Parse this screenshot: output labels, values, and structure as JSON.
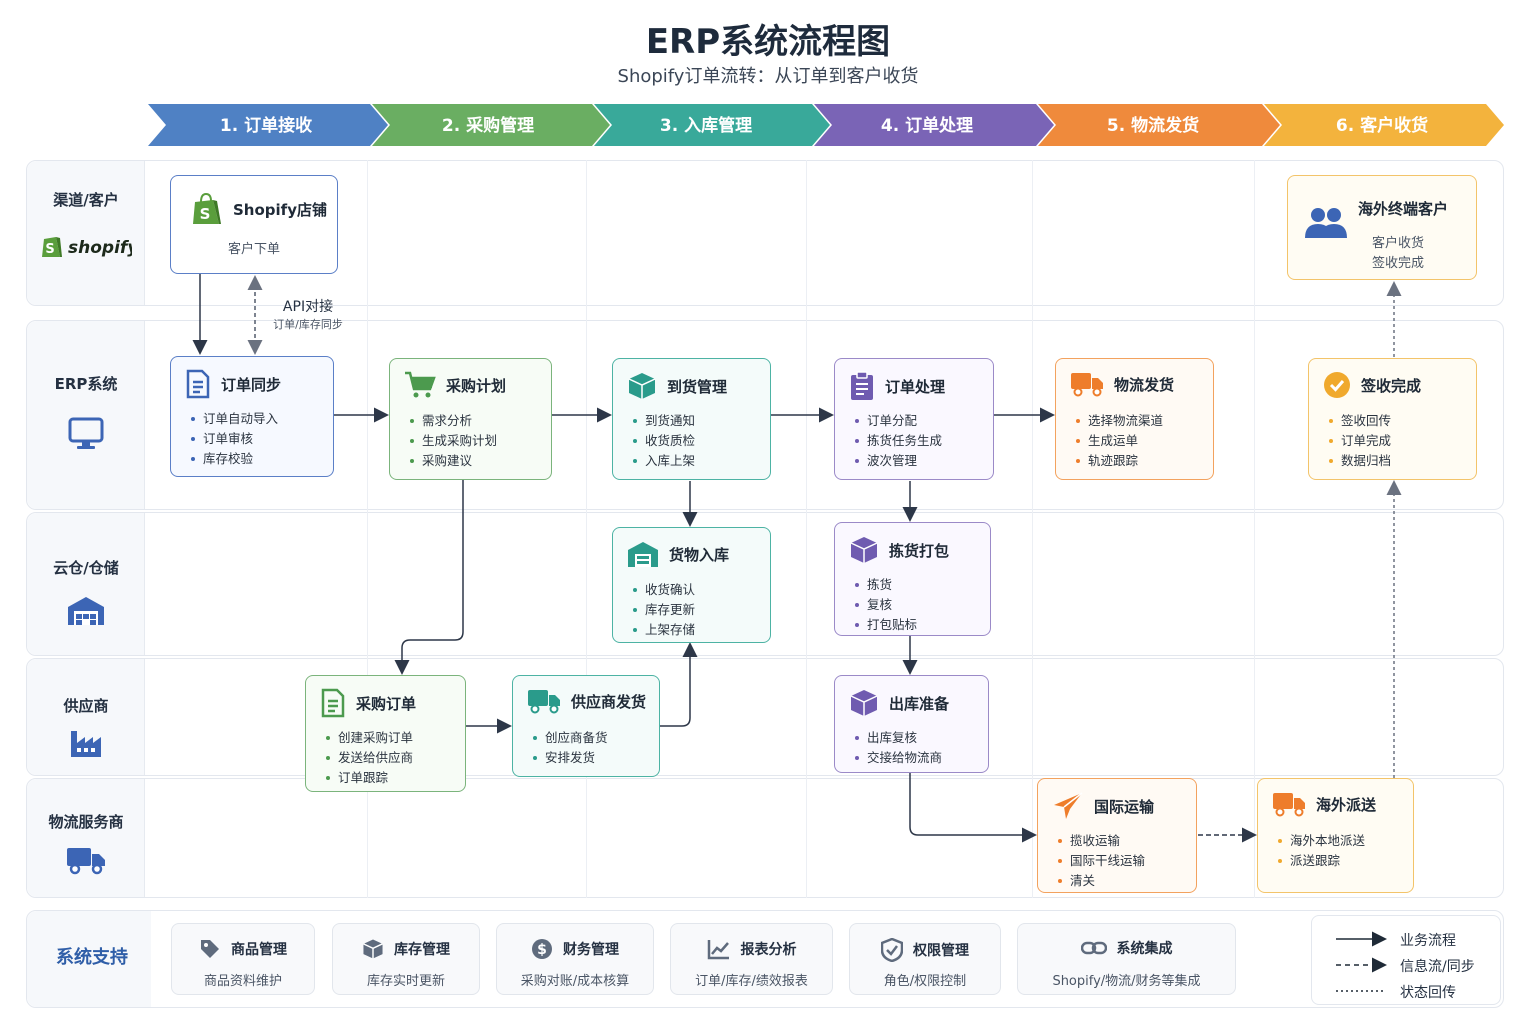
{
  "title": "ERP系统流程图",
  "subtitle": "Shopify订单流转：从订单到客户收货",
  "phases": [
    {
      "label": "1. 订单接收",
      "color": "#4f81c4"
    },
    {
      "label": "2. 采购管理",
      "color": "#6aae62"
    },
    {
      "label": "3. 入库管理",
      "color": "#39a99a"
    },
    {
      "label": "4. 订单处理",
      "color": "#7a64b6"
    },
    {
      "label": "5. 物流发货",
      "color": "#ef8a3c"
    },
    {
      "label": "6. 客户收货",
      "color": "#f3b33d"
    }
  ],
  "lanes": {
    "channel": {
      "label": "渠道/客户",
      "logo": "shopify"
    },
    "erp": {
      "label": "ERP系统"
    },
    "warehouse": {
      "label": "云仓/仓储"
    },
    "supplier": {
      "label": "供应商"
    },
    "logistics": {
      "label": "物流服务商"
    }
  },
  "cards": {
    "shopify_store": {
      "title": "Shopify店铺",
      "desc": "客户下单"
    },
    "overseas_customer": {
      "title": "海外终端客户",
      "desc1": "客户收货",
      "desc2": "签收完成"
    },
    "order_sync": {
      "title": "订单同步",
      "items": [
        "订单自动导入",
        "订单审核",
        "库存校验"
      ]
    },
    "purchase_plan": {
      "title": "采购计划",
      "items": [
        "需求分析",
        "生成采购计划",
        "采购建议"
      ]
    },
    "arrival_mgmt": {
      "title": "到货管理",
      "items": [
        "到货通知",
        "收货质检",
        "入库上架"
      ]
    },
    "order_processing": {
      "title": "订单处理",
      "items": [
        "订单分配",
        "拣货任务生成",
        "波次管理"
      ]
    },
    "logistics_shipping": {
      "title": "物流发货",
      "items": [
        "选择物流渠道",
        "生成运单",
        "轨迹跟踪"
      ]
    },
    "sign_complete": {
      "title": "签收完成",
      "items": [
        "签收回传",
        "订单完成",
        "数据归档"
      ]
    },
    "goods_inbound": {
      "title": "货物入库",
      "items": [
        "收货确认",
        "库存更新",
        "上架存储"
      ]
    },
    "pick_pack": {
      "title": "拣货打包",
      "items": [
        "拣货",
        "复核",
        "打包贴标"
      ]
    },
    "purchase_order": {
      "title": "采购订单",
      "items": [
        "创建采购订单",
        "发送给供应商",
        "订单跟踪"
      ]
    },
    "supplier_shipping": {
      "title": "供应商发货",
      "items": [
        "创应商备货",
        "安排发货"
      ]
    },
    "outbound_prep": {
      "title": "出库准备",
      "items": [
        "出库复核",
        "交接给物流商"
      ]
    },
    "intl_transport": {
      "title": "国际运输",
      "items": [
        "揽收运输",
        "国际干线运输",
        "清关"
      ]
    },
    "overseas_delivery": {
      "title": "海外派送",
      "items": [
        "海外本地派送",
        "派送跟踪"
      ]
    }
  },
  "api_label": "API对接",
  "api_sub": "订单/库存同步",
  "support": {
    "label": "系统支持",
    "items": [
      {
        "title": "商品管理",
        "desc": "商品资料维护",
        "icon": "tag-icon"
      },
      {
        "title": "库存管理",
        "desc": "库存实时更新",
        "icon": "box-icon"
      },
      {
        "title": "财务管理",
        "desc": "采购对账/成本核算",
        "icon": "dollar-icon"
      },
      {
        "title": "报表分析",
        "desc": "订单/库存/绩效报表",
        "icon": "chart-icon"
      },
      {
        "title": "权限管理",
        "desc": "角色/权限控制",
        "icon": "shield-icon"
      },
      {
        "title": "系统集成",
        "desc": "Shopify/物流/财务等集成",
        "icon": "link-icon"
      }
    ]
  },
  "legend": {
    "business": "业务流程",
    "info": "信息流/同步",
    "status": "状态回传"
  },
  "colors": {
    "blue": "#3c65b5",
    "green": "#4c9a4e",
    "teal": "#2a9b8b",
    "purple": "#6f5bb0",
    "orange": "#ee7d2b",
    "yellow": "#f0a92d"
  }
}
